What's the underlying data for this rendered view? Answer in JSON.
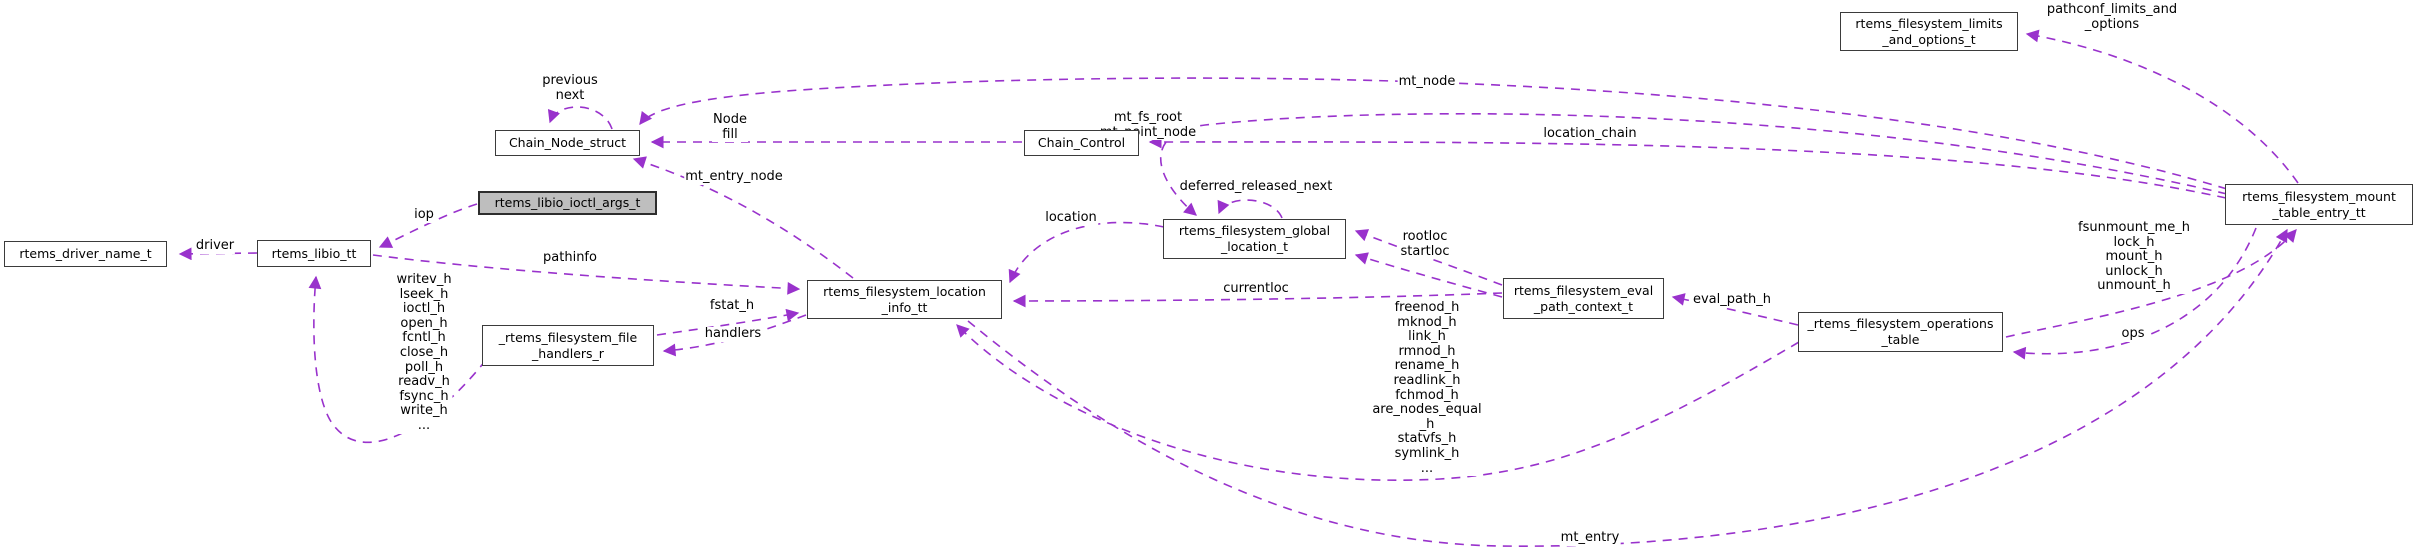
{
  "diagram_type": "doxygen-collaboration-graph",
  "colors": {
    "edge": "#9932CC",
    "node_background": "#ffffff",
    "node_border": "#3b3b3b",
    "highlighted_node_background": "#bebebe",
    "text": "#000000"
  },
  "nodes": {
    "driver_name": {
      "label": "rtems_driver_name_t"
    },
    "libio": {
      "label": "rtems_libio_tt"
    },
    "chain_node": {
      "label": "Chain_Node_struct"
    },
    "ioctl_args": {
      "label": "rtems_libio_ioctl_args_t"
    },
    "chain_control": {
      "label": "Chain_Control"
    },
    "global_location": {
      "label": "rtems_filesystem_global\n_location_t"
    },
    "location_info": {
      "label": "rtems_filesystem_location\n_info_tt"
    },
    "file_handlers": {
      "label": "_rtems_filesystem_file\n_handlers_r"
    },
    "eval_path_ctx": {
      "label": "rtems_filesystem_eval\n_path_context_t"
    },
    "ops_table": {
      "label": "_rtems_filesystem_operations\n_table"
    },
    "limits_options": {
      "label": "rtems_filesystem_limits\n_and_options_t"
    },
    "mount_entry": {
      "label": "rtems_filesystem_mount\n_table_entry_tt"
    }
  },
  "edge_labels": {
    "driver": "driver",
    "iop": "iop",
    "previous_next": "previous\nnext",
    "node_fill": "Node\nfill",
    "mt_node": "mt_node",
    "location_chain": "location_chain",
    "mt_entry_node": "mt_entry_node",
    "deferred_released_next": "deferred_released_next",
    "mt_fs_root_mt_point_node": "mt_fs_root\nmt_point_node",
    "rootloc_startloc": "rootloc\nstartloc",
    "location": "location",
    "currentloc": "currentloc",
    "pathinfo": "pathinfo",
    "fstat_h": "fstat_h",
    "handlers": "handlers",
    "libio_handler_list": "writev_h\nlseek_h\nioctl_h\nopen_h\nfcntl_h\nclose_h\npoll_h\nreadv_h\nfsync_h\nwrite_h\n...",
    "ops_handler_list": "freenod_h\nmknod_h\nlink_h\nrmnod_h\nrename_h\nreadlink_h\nfchmod_h\nare_nodes_equal\n_h\nstatvfs_h\nsymlink_h\n...",
    "eval_path_h": "eval_path_h",
    "mount_handler_list": "fsunmount_me_h\nlock_h\nmount_h\nunlock_h\nunmount_h",
    "ops": "ops",
    "pathconf_limits_and_options": "pathconf_limits_and\n_options",
    "mt_entry": "mt_entry"
  }
}
